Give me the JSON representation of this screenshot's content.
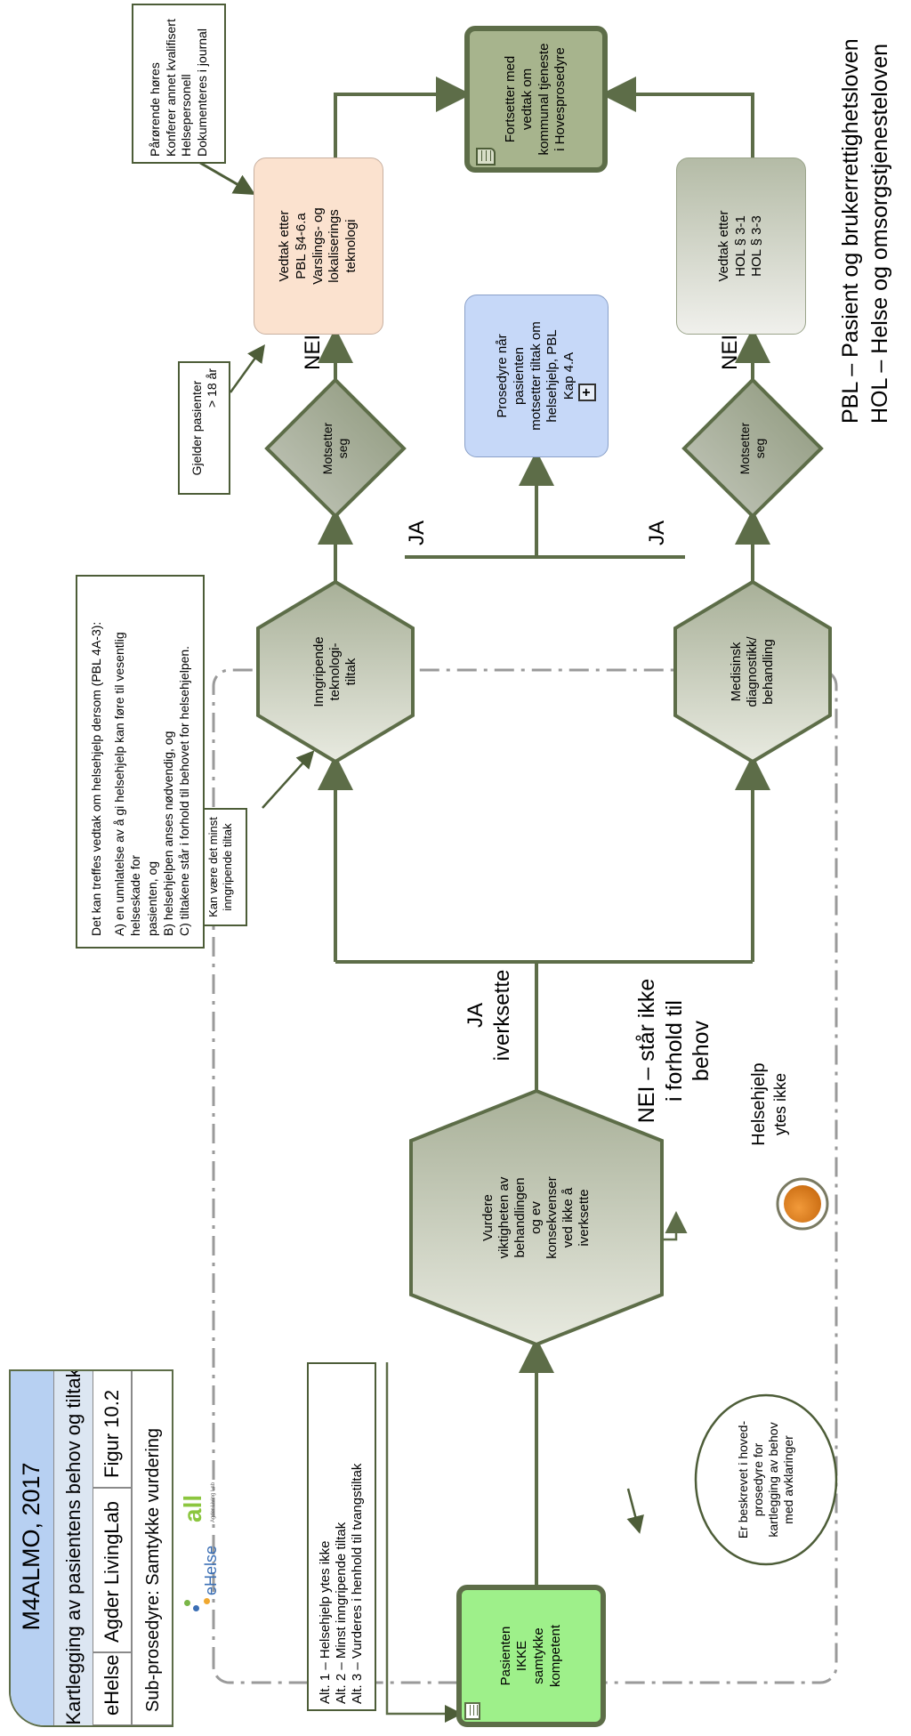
{
  "header": {
    "title": "M4ALMO, 2017",
    "subtitle": "Kartlegging av pasientens behov og tiltak",
    "org": "eHelse",
    "lab": "Agder LivingLab",
    "figure": "Figur 10.2",
    "subprocedure": "Sub-prosedyre: Samtykke vurdering"
  },
  "logos": {
    "ehelse": "eHelse",
    "all": "all",
    "all_sub": "Agder Living Lab"
  },
  "start": {
    "lines": [
      "Pasienten",
      "IKKE",
      "samtykke",
      "kompetent"
    ]
  },
  "alternatives": [
    "Alt. 1 – Helsehjelp ytes ikke",
    "Alt. 2 – Minst inngripende tiltak",
    "Alt. 3 – Vurderes i henhold til tvangstiltak"
  ],
  "ellipse_note": {
    "lines": [
      "Er beskrevet i hoved-",
      "prosedyre for",
      "kartlegging av behov",
      "med avklaringer"
    ]
  },
  "assess": {
    "lines": [
      "Vurdere",
      "viktigheten av",
      "behandlingen",
      "og ev",
      "konsekvenser",
      "ved ikke å",
      "iverksette"
    ]
  },
  "labels": {
    "ja_iverksette": [
      "JA",
      "iverksette"
    ],
    "nei_behov": [
      "NEI – står ikke",
      "i forhold til",
      "behov"
    ],
    "helsehjelp": [
      "Helsehjelp",
      "ytes ikke"
    ],
    "ja": "JA",
    "nei": "NEI"
  },
  "min_note": {
    "lines": [
      "Kan være det minst",
      "inngripende tiltak"
    ]
  },
  "hex_top": {
    "lines": [
      "Inngripende",
      "teknologi-",
      "tiltak"
    ]
  },
  "hex_bottom": {
    "lines": [
      "Medisinsk",
      "diagnostikk/",
      "behandling"
    ]
  },
  "conditions_note": {
    "lines": [
      "Det kan treffes vedtak om helsehjelp dersom (PBL 4A-3):",
      "",
      "A) en unnlatelse av å gi helsehjelp kan føre til vesentlig helseskade for",
      "pasienten, og",
      "B) helsehjelpen anses nødvendig, og",
      "C) tiltakene står i forhold til behovet for helsehjelpen."
    ]
  },
  "diamond_top": {
    "lines": [
      "Motsetter",
      "seg"
    ]
  },
  "diamond_bottom": {
    "lines": [
      "Motsetter",
      "seg"
    ]
  },
  "age_note": {
    "lines": [
      "Gjelder pasienter",
      "> 18 år"
    ]
  },
  "decision_pbl": {
    "lines": [
      "Vedtak etter",
      "PBL §4-6.a",
      "Varslings- og",
      "lokaliserings",
      "teknologi"
    ]
  },
  "decision_hol": {
    "lines": [
      "Vedtak etter",
      "HOL § 3-1",
      "HOL § 3-3"
    ]
  },
  "procedure": {
    "lines": [
      "Prosedyre når",
      "pasienten",
      "motsetter tiltak om",
      "helsehjelp, PBL",
      "Kap 4.A"
    ]
  },
  "requirements_note": {
    "lines": [
      "Pårørende høres",
      "Konferer annet kvalifisert",
      "Helsepersonell",
      "Dokumenteres i journal"
    ]
  },
  "final": {
    "lines": [
      "Fortsetter med",
      "vedtak om",
      "kommunal tjeneste",
      "i Hovesprosedyre"
    ]
  },
  "legend": [
    "PBL – Pasient og brukerrettighetsloven",
    "HOL – Helse og omsorgstjenesteloven"
  ],
  "colors": {
    "line": "#5d6d48",
    "start_fill": "#9ef08a",
    "final_fill": "#a7b48d",
    "pbl_fill": "#fbe2cf",
    "procedure_fill": "#c6d8f8",
    "title_fill": "#b7d0f2",
    "endpoint": "#e07f1c"
  }
}
